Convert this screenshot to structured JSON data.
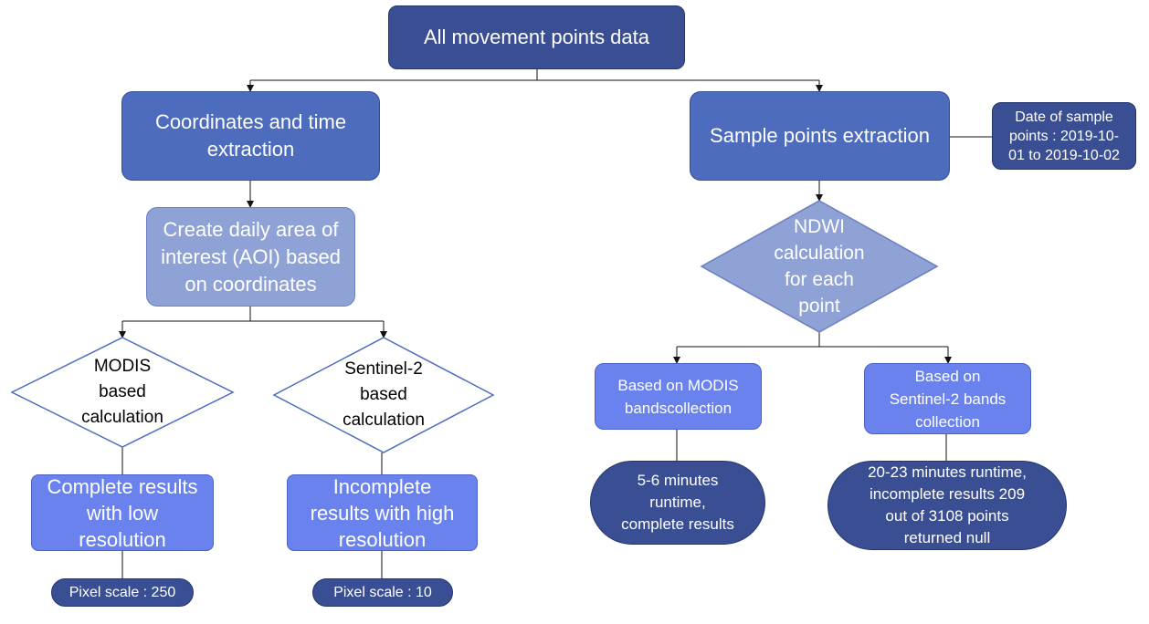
{
  "flowchart": {
    "root": "All movement points data",
    "left_branch": {
      "extract": "Coordinates and time\nextraction",
      "aoi": "Create daily area of\ninterest (AOI) based\non coordinates",
      "modis": {
        "decision": "MODIS\nbased\ncalculation",
        "result": "Complete results\nwith low\nresolution",
        "scale": "Pixel scale : 250"
      },
      "sentinel": {
        "decision": "Sentinel-2\nbased\ncalculation",
        "result": "Incomplete\nresults with high\nresolution",
        "scale": "Pixel scale : 10"
      }
    },
    "right_branch": {
      "extract": "Sample points extraction",
      "date_note": "Date of sample\npoints : 2019-10-\n01 to 2019-10-02",
      "ndwi": "NDWI\ncalculation\nfor each\npoint",
      "modis": {
        "method": "Based on MODIS\nbandscollection",
        "runtime": "5-6 minutes\nruntime,\ncomplete results"
      },
      "sentinel": {
        "method": "Based on\nSentinel-2 bands\ncollection",
        "runtime": "20-23 minutes runtime,\nincomplete results 209\nout of 3108 points\nreturned null"
      }
    }
  }
}
